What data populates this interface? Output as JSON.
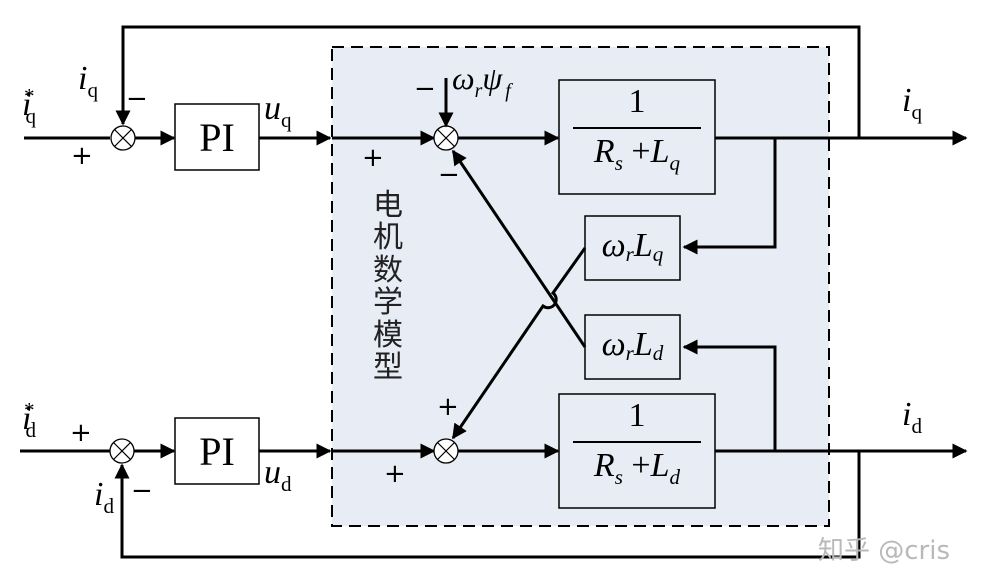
{
  "diagram": {
    "title": "PMSM dq-axis current control loop",
    "model_region_label": "电机数学模型",
    "colors": {
      "model_region_fill": "#e8edf5",
      "line": "#000000",
      "watermark": "#b9b9b9"
    },
    "inputs": {
      "iq_ref": {
        "symbol": "i",
        "sub": "q",
        "sup": "*"
      },
      "id_ref": {
        "symbol": "i",
        "sub": "d",
        "sup": "*"
      }
    },
    "feedback_labels": {
      "iq": {
        "symbol": "i",
        "sub": "q"
      },
      "id": {
        "symbol": "i",
        "sub": "d"
      }
    },
    "controllers": {
      "q": {
        "label": "PI",
        "output": {
          "symbol": "u",
          "sub": "q"
        }
      },
      "d": {
        "label": "PI",
        "output": {
          "symbol": "u",
          "sub": "d"
        }
      }
    },
    "signs": {
      "q_ref_plus": "+",
      "q_fb_minus": "−",
      "d_ref_plus": "+",
      "d_fb_minus": "−",
      "q_model_in_plus": "+",
      "q_flux_minus": "−",
      "q_cross_minus": "−",
      "d_model_in_plus": "+",
      "d_cross_plus": "+"
    },
    "disturbance": {
      "omega": "ω",
      "omega_sub": "r",
      "psi": "ψ",
      "psi_sub": "f"
    },
    "blocks": {
      "q_plant": {
        "numerator": "1",
        "den_R": "R",
        "den_R_sub": "s",
        "plus": "+",
        "den_L": "L",
        "den_L_sub": "q"
      },
      "d_plant": {
        "numerator": "1",
        "den_R": "R",
        "den_R_sub": "s",
        "plus": "+",
        "den_L": "L",
        "den_L_sub": "d"
      },
      "cross_q": {
        "omega": "ω",
        "omega_sub": "r",
        "L": "L",
        "L_sub": "q"
      },
      "cross_d": {
        "omega": "ω",
        "omega_sub": "r",
        "L": "L",
        "L_sub": "d"
      }
    },
    "outputs": {
      "iq": {
        "symbol": "i",
        "sub": "q"
      },
      "id": {
        "symbol": "i",
        "sub": "d"
      }
    },
    "watermark": "知乎 @cris"
  }
}
